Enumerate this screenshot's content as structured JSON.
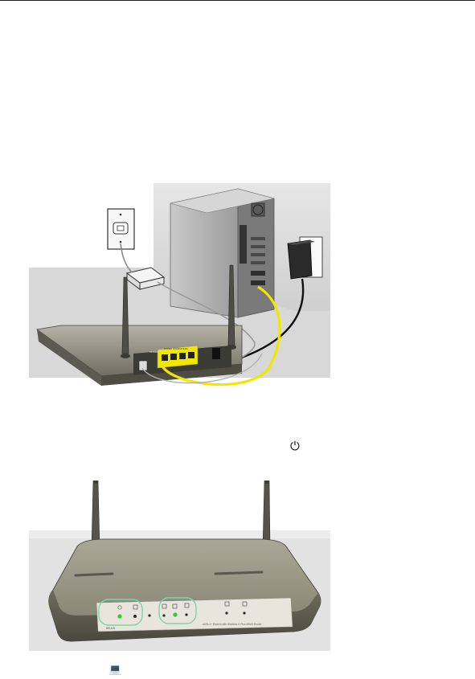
{
  "page": {
    "power_symbol": "⏻",
    "computer_symbol": "💻"
  },
  "figure_setup": {
    "device_text": {
      "modem_label": "MODEM",
      "ports_label": "WIRED COMPUTERS"
    }
  },
  "figure_front": {
    "device_text": {
      "brand": "BELKIN",
      "model_caption": "ADSL2+ Modem with Wireless G Plus MIMO Router"
    },
    "colors": {
      "led_green": "#2ecc40",
      "highlight_ring": "#7fd4a8"
    }
  },
  "colors": {
    "cable_yellow": "#f2e600",
    "device_grey": "#8c8a7a",
    "wall_grey": "#dedede"
  }
}
